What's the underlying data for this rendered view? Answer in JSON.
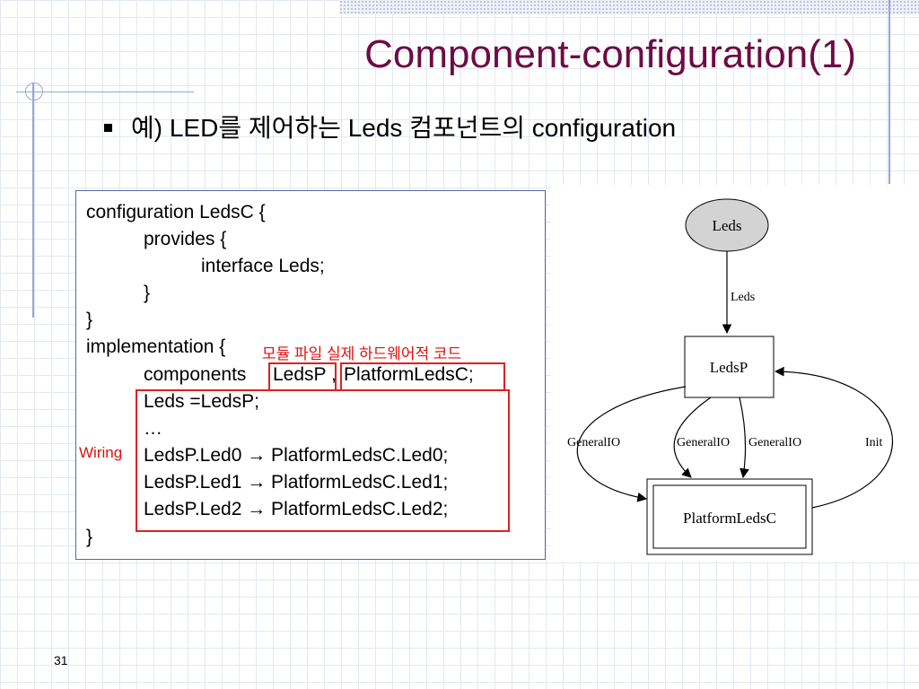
{
  "slide": {
    "title": "Component-configuration(1)",
    "subtitle": "예) LED를 제어하는 Leds 컴포넌트의 configuration",
    "page_number": "31"
  },
  "code": {
    "lines": [
      "configuration LedsC {",
      "provides {",
      "interface Leds;",
      "}",
      "}",
      "implementation {",
      "components",
      "LedsP",
      ",",
      "PlatformLedsC;",
      "Leds =LedsP;",
      "…",
      "LedsP.Led0 → PlatformLedsC.Led0;",
      "LedsP.Led1 → PlatformLedsC.Led1;",
      "LedsP.Led2 → PlatformLedsC.Led2;",
      "}"
    ]
  },
  "annotations": {
    "module_note": "모듈 파일 실제 하드웨어적 코드",
    "wiring_label": "Wiring",
    "color": "#e01010"
  },
  "diagram": {
    "nodes": {
      "leds": "Leds",
      "ledsp": "LedsP",
      "platform": "PlatformLedsC"
    },
    "edges": {
      "leds_edge": "Leds",
      "generalio_1": "GeneralIO",
      "generalio_2": "GeneralIO",
      "generalio_3": "GeneralIO",
      "init": "Init"
    }
  },
  "colors": {
    "title": "#6d0c44",
    "decor_lines": "#9aa6cc",
    "highlight_box": "#e02020"
  }
}
